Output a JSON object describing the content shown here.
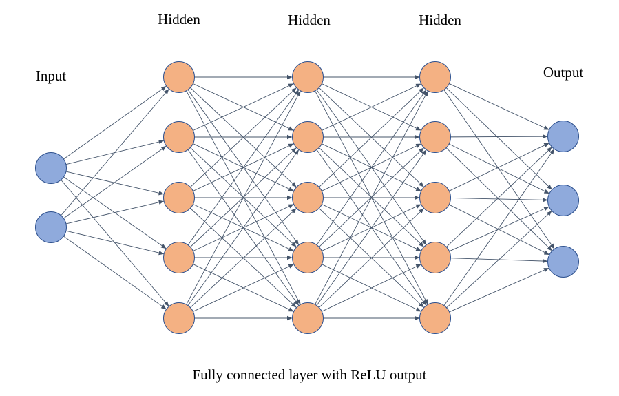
{
  "diagram": {
    "caption": "Fully connected layer with ReLU output",
    "colors": {
      "input_node_fill": "#8faadc",
      "input_node_stroke": "#2f528f",
      "hidden_node_fill": "#f4b183",
      "hidden_node_stroke": "#2f528f",
      "output_node_fill": "#8faadc",
      "output_node_stroke": "#2f528f",
      "edge": "#44546a"
    },
    "layers": [
      {
        "label": "Input",
        "role": "input",
        "node_count": 2
      },
      {
        "label": "Hidden",
        "role": "hidden",
        "node_count": 5
      },
      {
        "label": "Hidden",
        "role": "hidden",
        "node_count": 5
      },
      {
        "label": "Hidden",
        "role": "hidden",
        "node_count": 5
      },
      {
        "label": "Output",
        "role": "output",
        "node_count": 3
      }
    ],
    "connectivity": "fully connected"
  }
}
